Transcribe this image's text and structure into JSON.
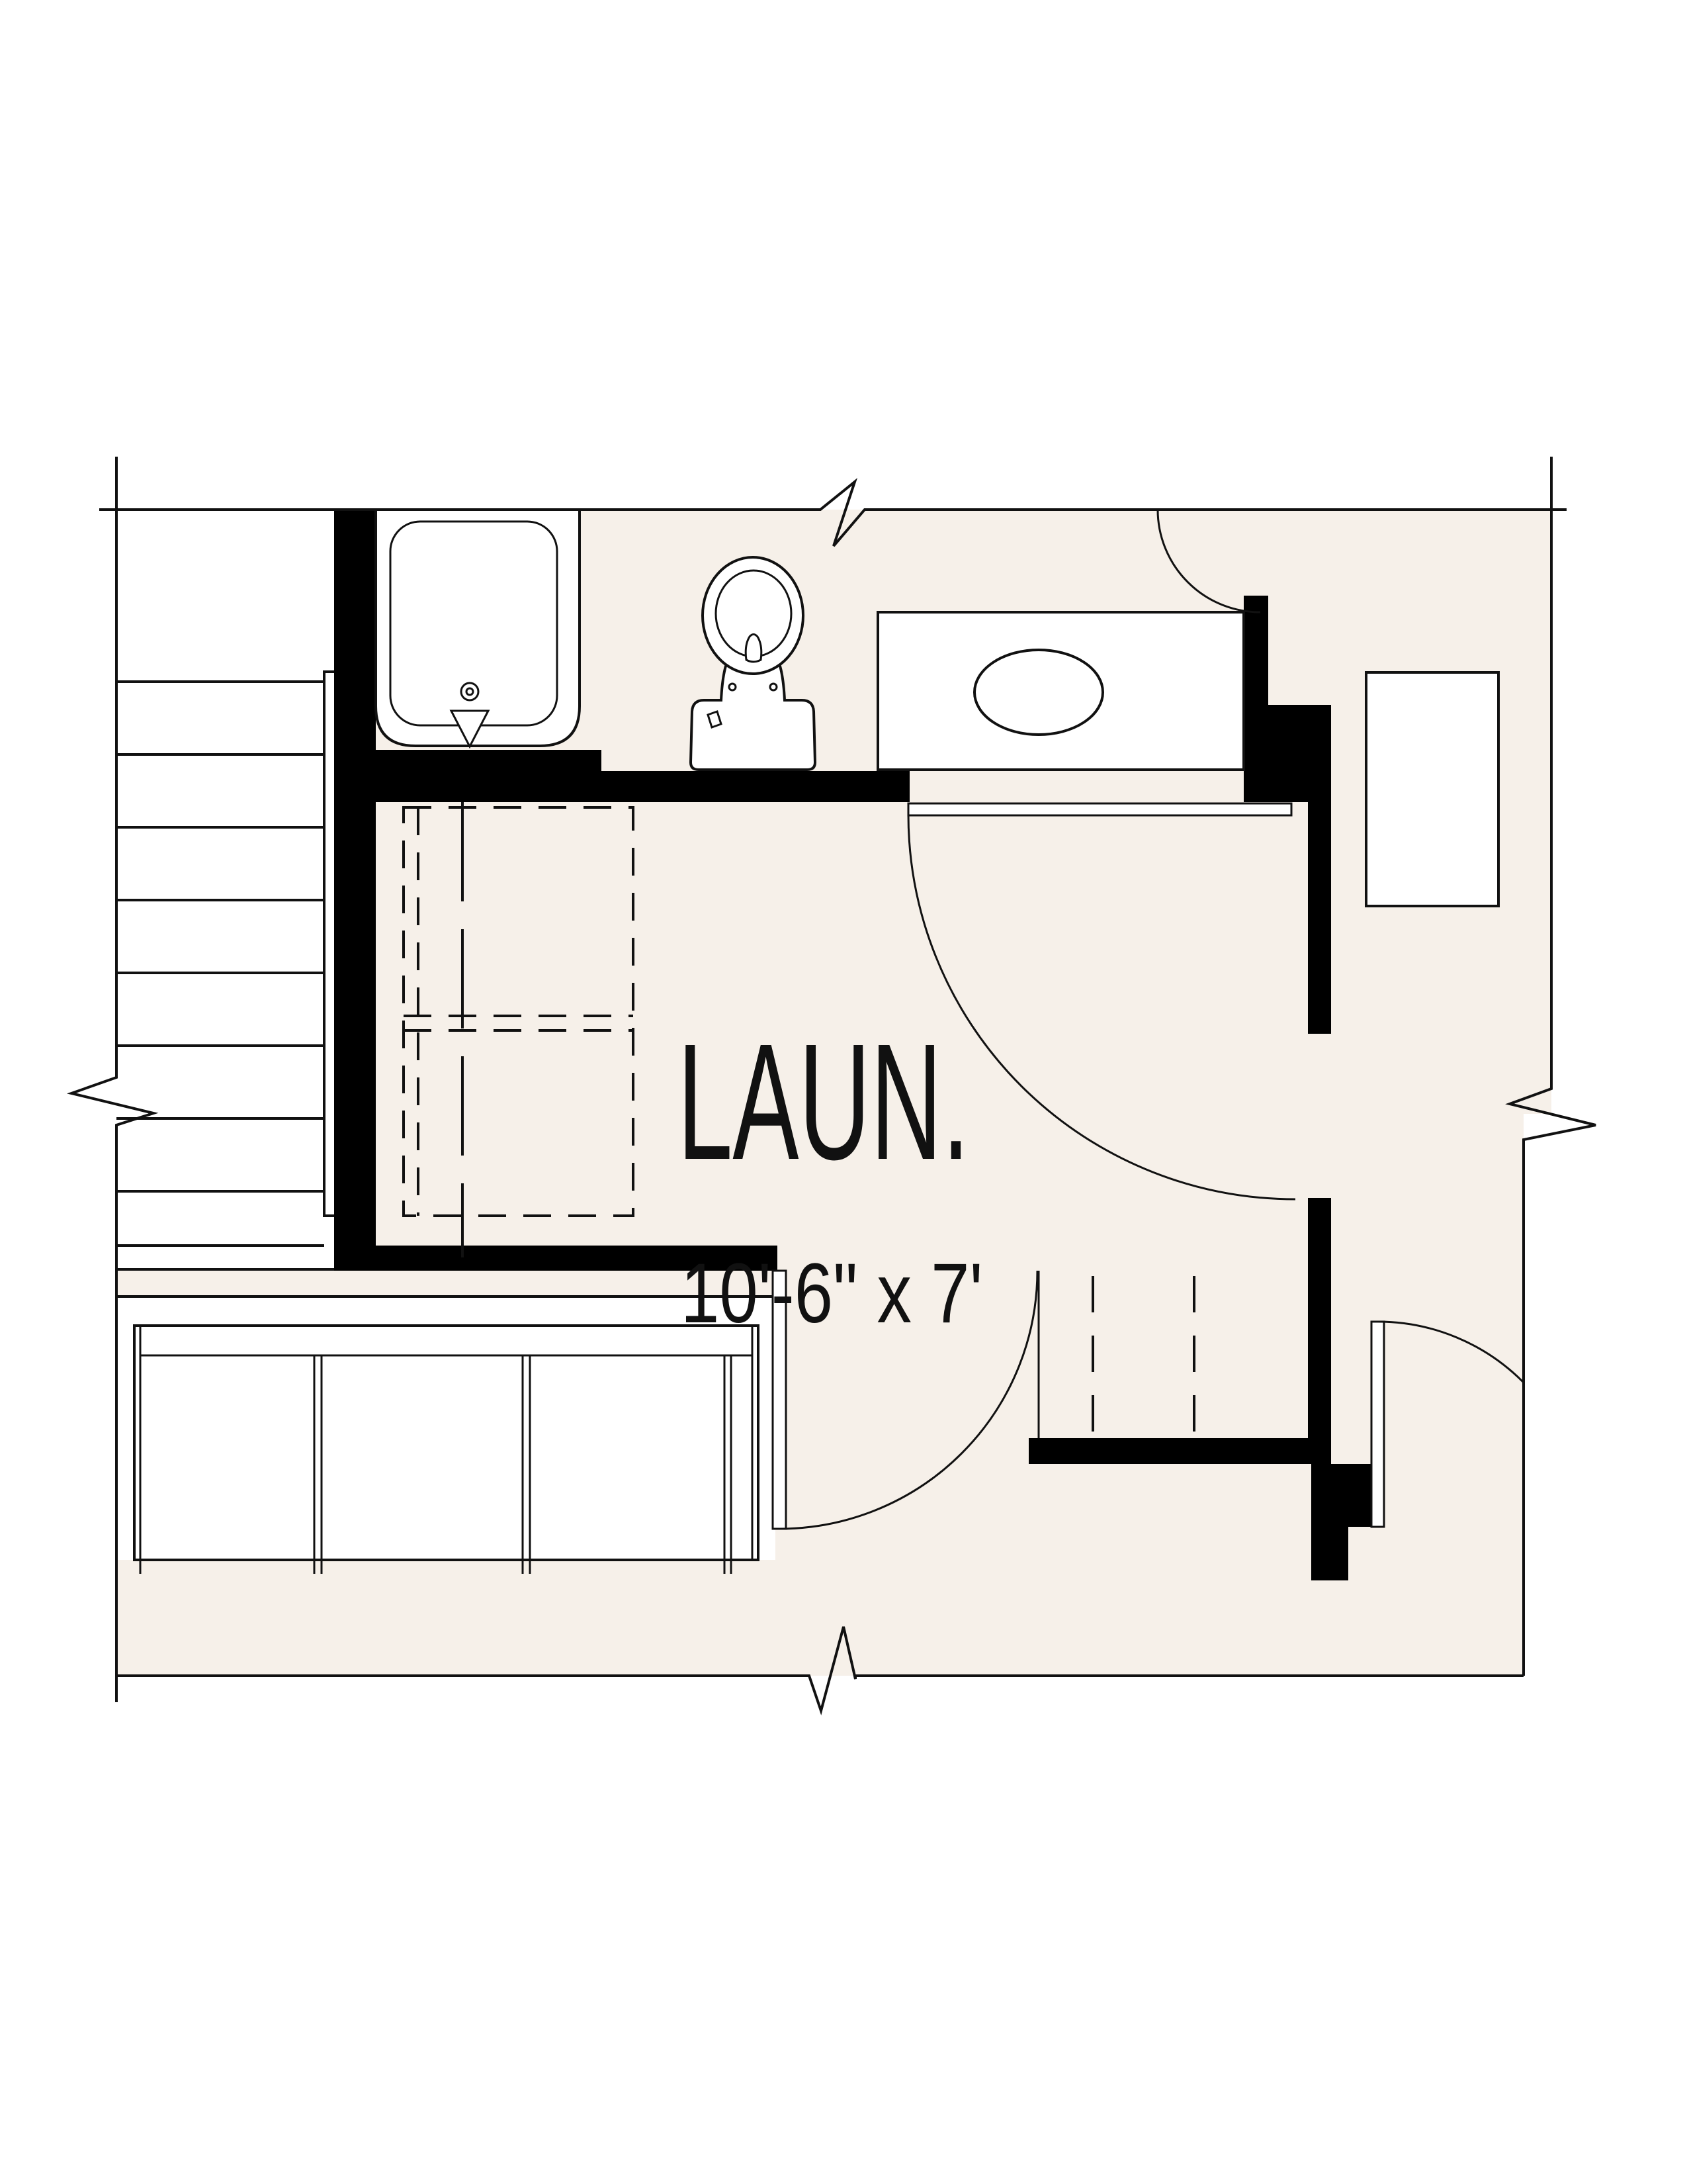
{
  "document": {
    "type": "architectural-floor-plan",
    "sheet_background": "#ffffff"
  },
  "room": {
    "label": "LAUN.",
    "dimensions": "10'-6\" x 7'"
  },
  "colors": {
    "floor_beige": "#f6f0e9",
    "wall_black": "#000000",
    "line": "#111111",
    "paper": "#ffffff"
  },
  "fixtures": [
    "bathtub",
    "toilet",
    "vanity-sink",
    "stairs",
    "washer-dryer-dashed",
    "counter-cabinets",
    "closet-shelf",
    "door-swings",
    "break-line-symbols"
  ]
}
